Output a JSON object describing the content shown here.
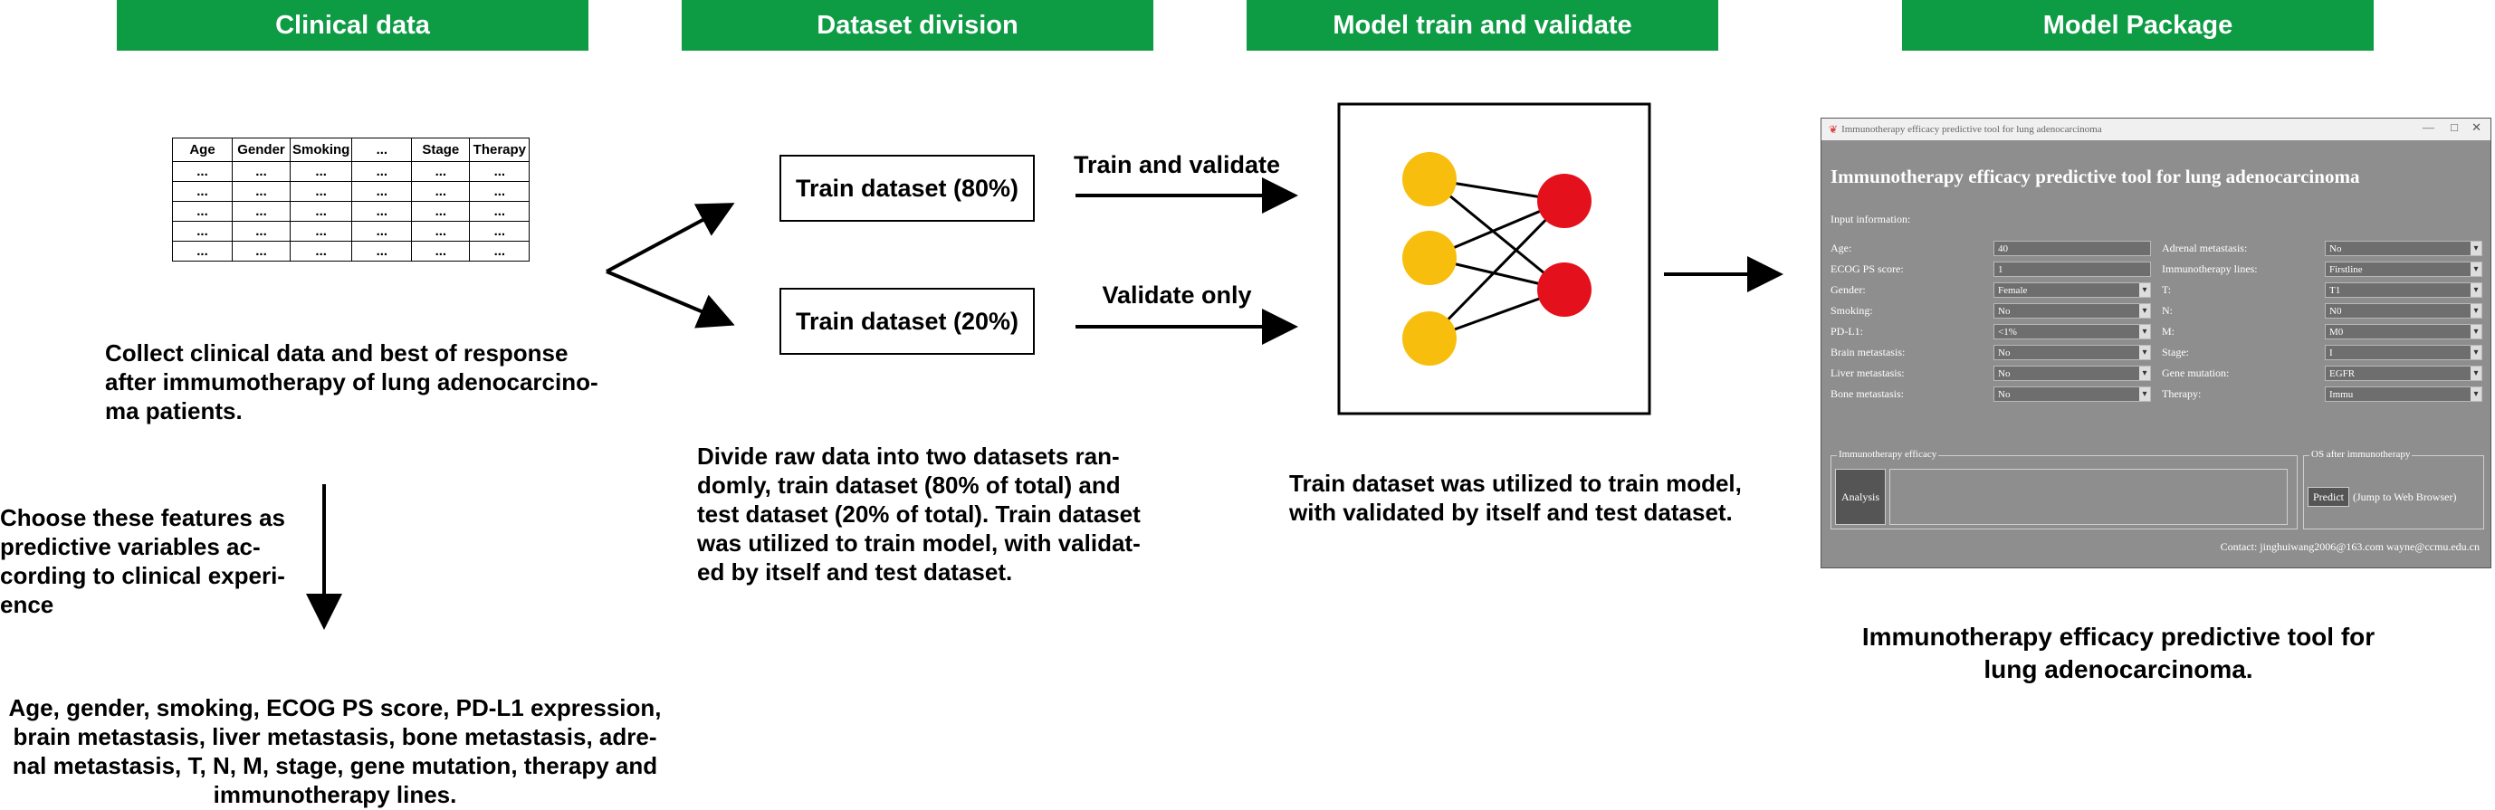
{
  "headers": [
    "Clinical data",
    "Dataset division",
    "Model train and validate",
    "Model Package"
  ],
  "table": {
    "columns": [
      "Age",
      "Gender",
      "Smoking",
      "...",
      "Stage",
      "Therapy"
    ],
    "cell": "..."
  },
  "clinical_caption": [
    "Collect clinical data and best of response",
    "after immumotherapy of lung adenocarcino-",
    "ma patients."
  ],
  "features_caption": [
    "Choose these features as",
    "predictive variables ac-",
    "cording to clinical experi-",
    "ence"
  ],
  "features_list": [
    "Age, gender, smoking, ECOG PS score, PD-L1 expression,",
    "brain metastasis, liver metastasis, bone metastasis, adre-",
    "nal metastasis, T, N, M, stage, gene mutation, therapy and",
    "immunotherapy lines."
  ],
  "division": {
    "box1": "Train dataset (80%)",
    "box2": "Train dataset (20%)",
    "arrow1_label": "Train and validate",
    "arrow2_label": "Validate only",
    "caption": [
      "Divide raw data into two datasets ran-",
      "domly, train dataset (80% of total) and",
      "test dataset (20% of total). Train dataset",
      "was utilized to train model, with validat-",
      "ed by itself and test dataset."
    ]
  },
  "model_caption": [
    "Train dataset was utilized to train model,",
    "with validated by itself and test dataset."
  ],
  "package_caption": [
    "Immunotherapy efficacy predictive tool for",
    "lung adenocarcinoma."
  ],
  "colors": {
    "header": "#0d9b44",
    "node_input": "#f8be0d",
    "node_output": "#e4101b"
  },
  "app": {
    "window_title": "Immunotherapy efficacy predictive tool for lung adenocarcinoma",
    "controls": [
      "—",
      "□",
      "✕"
    ],
    "title": "Immunotherapy efficacy predictive tool for lung adenocarcinoma",
    "input_label": "Input information:",
    "left_fields": [
      {
        "label": "Age:",
        "value": "40"
      },
      {
        "label": "ECOG PS score:",
        "value": "1"
      },
      {
        "label": "Gender:",
        "value": "Female"
      },
      {
        "label": "Smoking:",
        "value": "No"
      },
      {
        "label": "PD-L1:",
        "value": "<1%"
      },
      {
        "label": "Brain metastasis:",
        "value": "No"
      },
      {
        "label": "Liver metastasis:",
        "value": "No"
      },
      {
        "label": "Bone metastasis:",
        "value": "No"
      }
    ],
    "right_fields": [
      {
        "label": "Adrenal metastasis:",
        "value": "No"
      },
      {
        "label": "Immunotherapy lines:",
        "value": "Firstline"
      },
      {
        "label": "T:",
        "value": "T1"
      },
      {
        "label": "N:",
        "value": "N0"
      },
      {
        "label": "M:",
        "value": "M0"
      },
      {
        "label": "Stage:",
        "value": "I"
      },
      {
        "label": "Gene mutation:",
        "value": "EGFR"
      },
      {
        "label": "Therapy:",
        "value": "Immu"
      }
    ],
    "efficacy_group": "Immunotherapy efficacy",
    "analysis_button": "Analysis",
    "os_group": "OS after immunotherapy",
    "predict_button": "Predict",
    "jump_text": "(Jump to Web Browser)",
    "contact": "Contact: jinghuiwang2006@163.com    wayne@ccmu.edu.cn"
  }
}
